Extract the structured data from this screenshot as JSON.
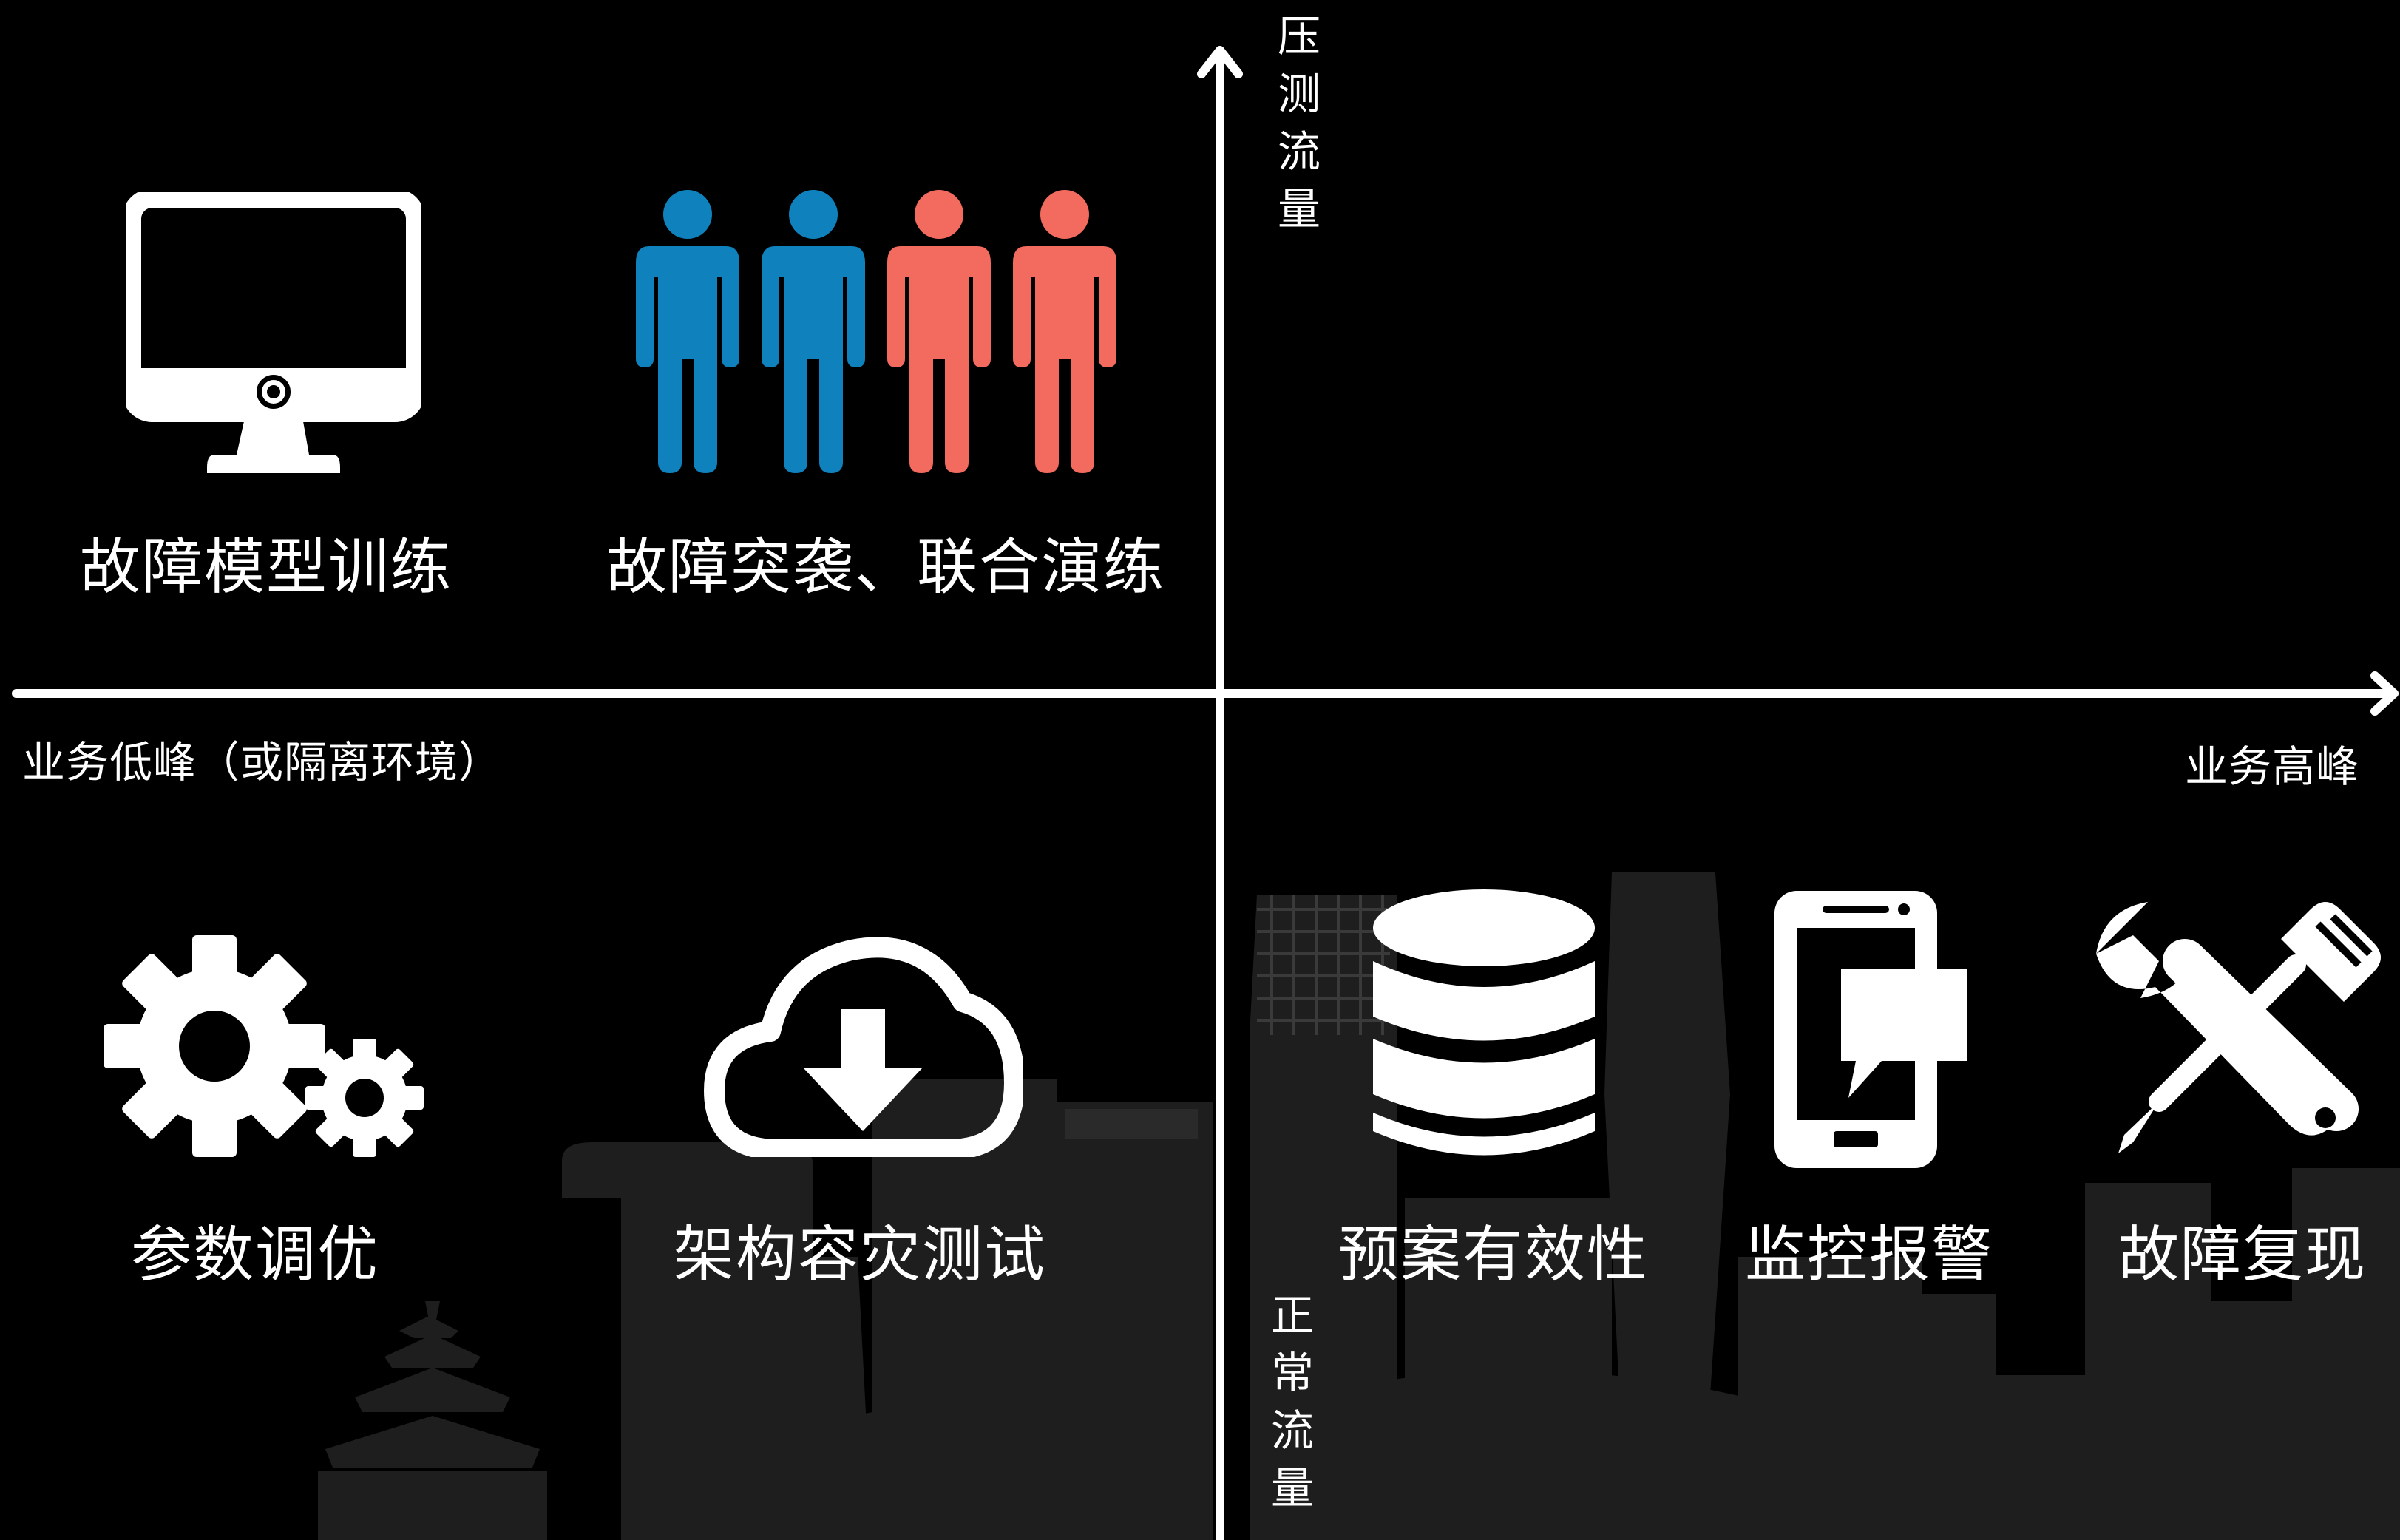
{
  "axes": {
    "y_top": "压测流量",
    "y_bottom": "正常流量",
    "x_left": "业务低峰（或隔离环境）",
    "x_right": "业务高峰"
  },
  "quadrants": {
    "top_left": [
      {
        "icon": "monitor-icon",
        "label": "故障模型训练"
      },
      {
        "icon": "people-group-icon",
        "label": "故障突袭、联合演练"
      }
    ],
    "bottom_left": [
      {
        "icon": "gears-icon",
        "label": "参数调优"
      },
      {
        "icon": "cloud-download-icon",
        "label": "架构容灾测试"
      }
    ],
    "bottom_right": [
      {
        "icon": "database-icon",
        "label": "预案有效性"
      },
      {
        "icon": "mobile-chat-icon",
        "label": "监控报警"
      },
      {
        "icon": "tools-icon",
        "label": "故障复现"
      }
    ]
  },
  "colors": {
    "background": "#000000",
    "skyline": "#1e1e1e",
    "blue_person": "#0f82bd",
    "red_person": "#f26b5e",
    "foreground": "#ffffff"
  }
}
